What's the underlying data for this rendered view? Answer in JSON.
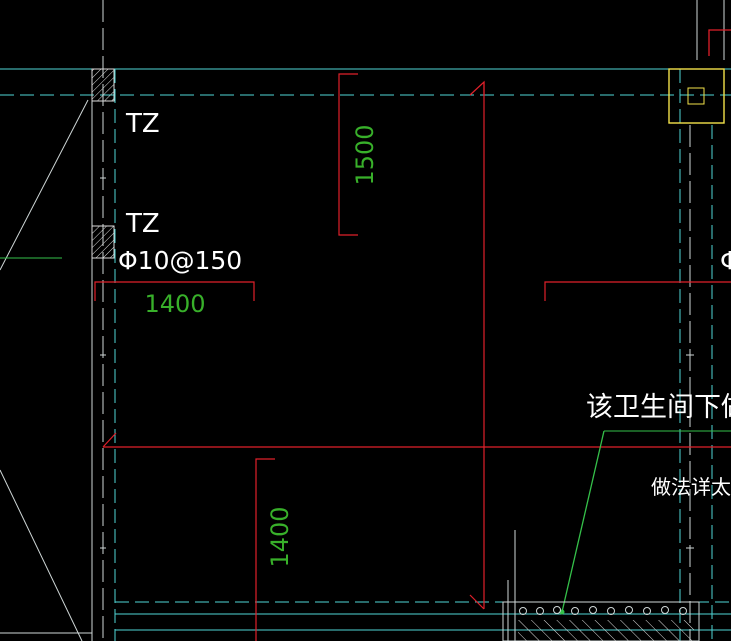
{
  "drawing": {
    "background": "#000000",
    "colors": {
      "axis": "#4fd6d6",
      "wall": "#cfd7d7",
      "dim": "#e0202a",
      "dim_text": "#38b02a",
      "label": "#ffffff",
      "leader": "#35c14a",
      "column": "#f2e24a"
    },
    "labels": {
      "column_upper": "TZ",
      "column_lower": "TZ",
      "rebar": "Φ10@150",
      "rebar_right_cut": "Φ",
      "note_main": "该卫生间下做",
      "note_sub": "做法详太样"
    },
    "dimensions": {
      "top_vertical": "1500",
      "left_horizontal": "1400",
      "bottom_vertical": "1400"
    }
  }
}
